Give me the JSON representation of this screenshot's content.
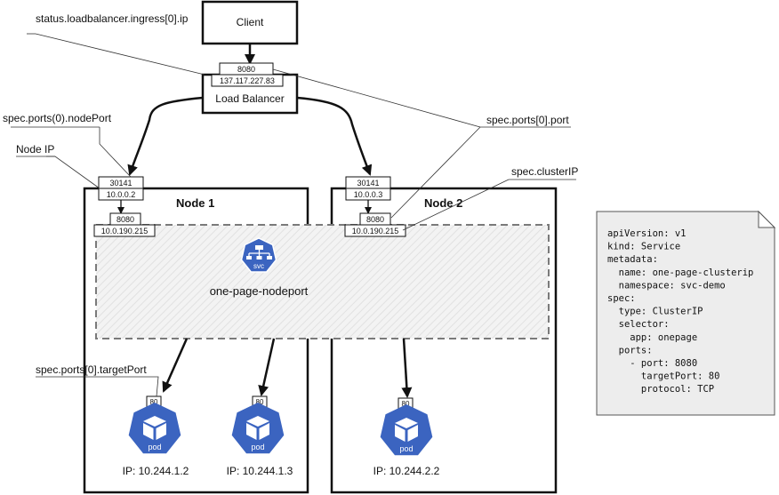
{
  "client": {
    "label": "Client"
  },
  "load_balancer": {
    "label": "Load Balancer",
    "port": "8080",
    "ip": "137.117.227.83"
  },
  "annotations": {
    "ingress_ip": "status.loadbalancer.ingress[0].ip",
    "node_port": "spec.ports(0).nodePort",
    "node_ip": "Node IP",
    "port": "spec.ports[0].port",
    "cluster_ip": "spec.clusterIP",
    "target_port": "spec.ports[0].targetPort"
  },
  "nodes": [
    {
      "name": "Node 1",
      "node_port": "30141",
      "node_ip": "10.0.0.2",
      "svc_port": "8080",
      "svc_ip": "10.0.190.215"
    },
    {
      "name": "Node 2",
      "node_port": "30141",
      "node_ip": "10.0.0.3",
      "svc_port": "8080",
      "svc_ip": "10.0.190.215"
    }
  ],
  "service": {
    "icon_label": "svc",
    "name": "one-page-nodeport"
  },
  "pods": [
    {
      "icon_label": "pod",
      "port": "80",
      "ip": "IP: 10.244.1.2"
    },
    {
      "icon_label": "pod",
      "port": "80",
      "ip": "IP: 10.244.1.3"
    },
    {
      "icon_label": "pod",
      "port": "80",
      "ip": "IP: 10.244.2.2"
    }
  ],
  "yaml": {
    "lines": [
      "apiVersion: v1",
      "kind: Service",
      "metadata:",
      "  name: one-page-clusterip",
      "  namespace: svc-demo",
      "spec:",
      "  type: ClusterIP",
      "  selector:",
      "    app: onepage",
      "  ports:",
      "    - port: 8080",
      "      targetPort: 80",
      "      protocol: TCP"
    ]
  },
  "colors": {
    "k8s_blue": "#3b64c0",
    "note_fill": "#ededed",
    "band_fill": "#f1f1f1"
  }
}
